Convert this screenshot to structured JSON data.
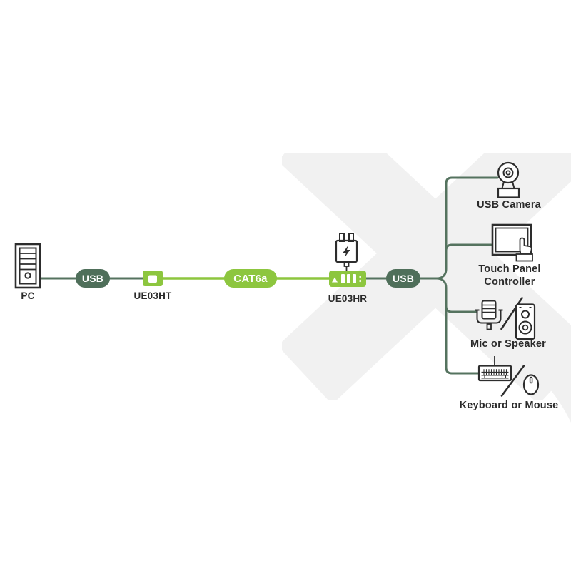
{
  "diagram": {
    "title": "USB extender connection diagram",
    "labels": {
      "pc": "PC",
      "usb_left": "USB",
      "ue03ht": "UE03HT",
      "cat6a": "CAT6a",
      "ue03hr": "UE03HR",
      "usb_right": "USB",
      "usb_camera": "USB Camera",
      "touch_panel_line1": "Touch Panel",
      "touch_panel_line2": "Controller",
      "mic_speaker": "Mic or Speaker",
      "keyboard_mouse": "Keyboard or Mouse"
    },
    "nodes": [
      {
        "id": "pc",
        "type": "source-device",
        "label": "PC"
      },
      {
        "id": "usb-left",
        "type": "cable-pill",
        "label": "USB"
      },
      {
        "id": "ue03ht",
        "type": "transmitter-unit",
        "label": "UE03HT"
      },
      {
        "id": "cat6a",
        "type": "cable-pill",
        "label": "CAT6a"
      },
      {
        "id": "ue03hr",
        "type": "receiver-unit",
        "label": "UE03HR",
        "accessory": "power-adapter"
      },
      {
        "id": "usb-right",
        "type": "cable-pill",
        "label": "USB"
      }
    ],
    "peripherals": [
      {
        "id": "usb-camera",
        "label": "USB Camera",
        "icon": "webcam-icon"
      },
      {
        "id": "touch-panel-controller",
        "label": "Touch Panel Controller",
        "icons": [
          "touch-panel-icon"
        ]
      },
      {
        "id": "mic-or-speaker",
        "label": "Mic or Speaker",
        "icons": [
          "microphone-icon",
          "speaker-icon"
        ]
      },
      {
        "id": "keyboard-or-mouse",
        "label": "Keyboard or Mouse",
        "icons": [
          "keyboard-icon",
          "mouse-icon"
        ]
      }
    ],
    "colors": {
      "light_green": "#8dc63f",
      "dark_green": "#4f6f5a",
      "line_dark_green": "#55735f",
      "icon_stroke": "#2d2d2d",
      "label_text": "#2b2b2b",
      "watermark_gray": "#f1f1f1",
      "background": "#ffffff"
    }
  }
}
